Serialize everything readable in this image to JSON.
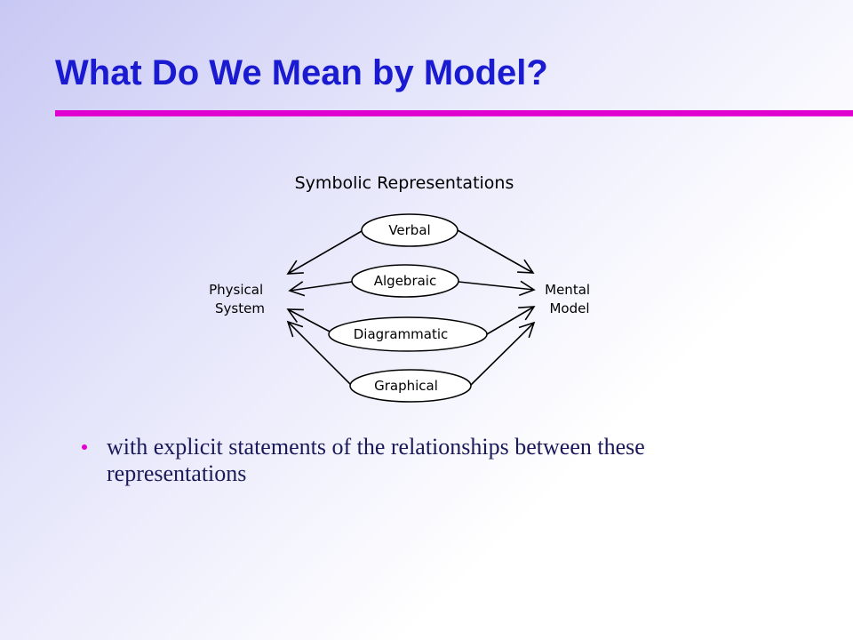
{
  "slide": {
    "title": "What Do We Mean by Model?",
    "accent_color": "#e000d0",
    "title_color": "#1a1ad0"
  },
  "diagram": {
    "heading": "Symbolic Representations",
    "left_node": {
      "line1": "Physical",
      "line2": "System"
    },
    "right_node": {
      "line1": "Mental",
      "line2": "Model"
    },
    "representations": [
      "Verbal",
      "Algebraic",
      "Diagrammatic",
      "Graphical"
    ]
  },
  "bullets": [
    {
      "text": "with explicit statements of the relationships between these representations"
    }
  ]
}
